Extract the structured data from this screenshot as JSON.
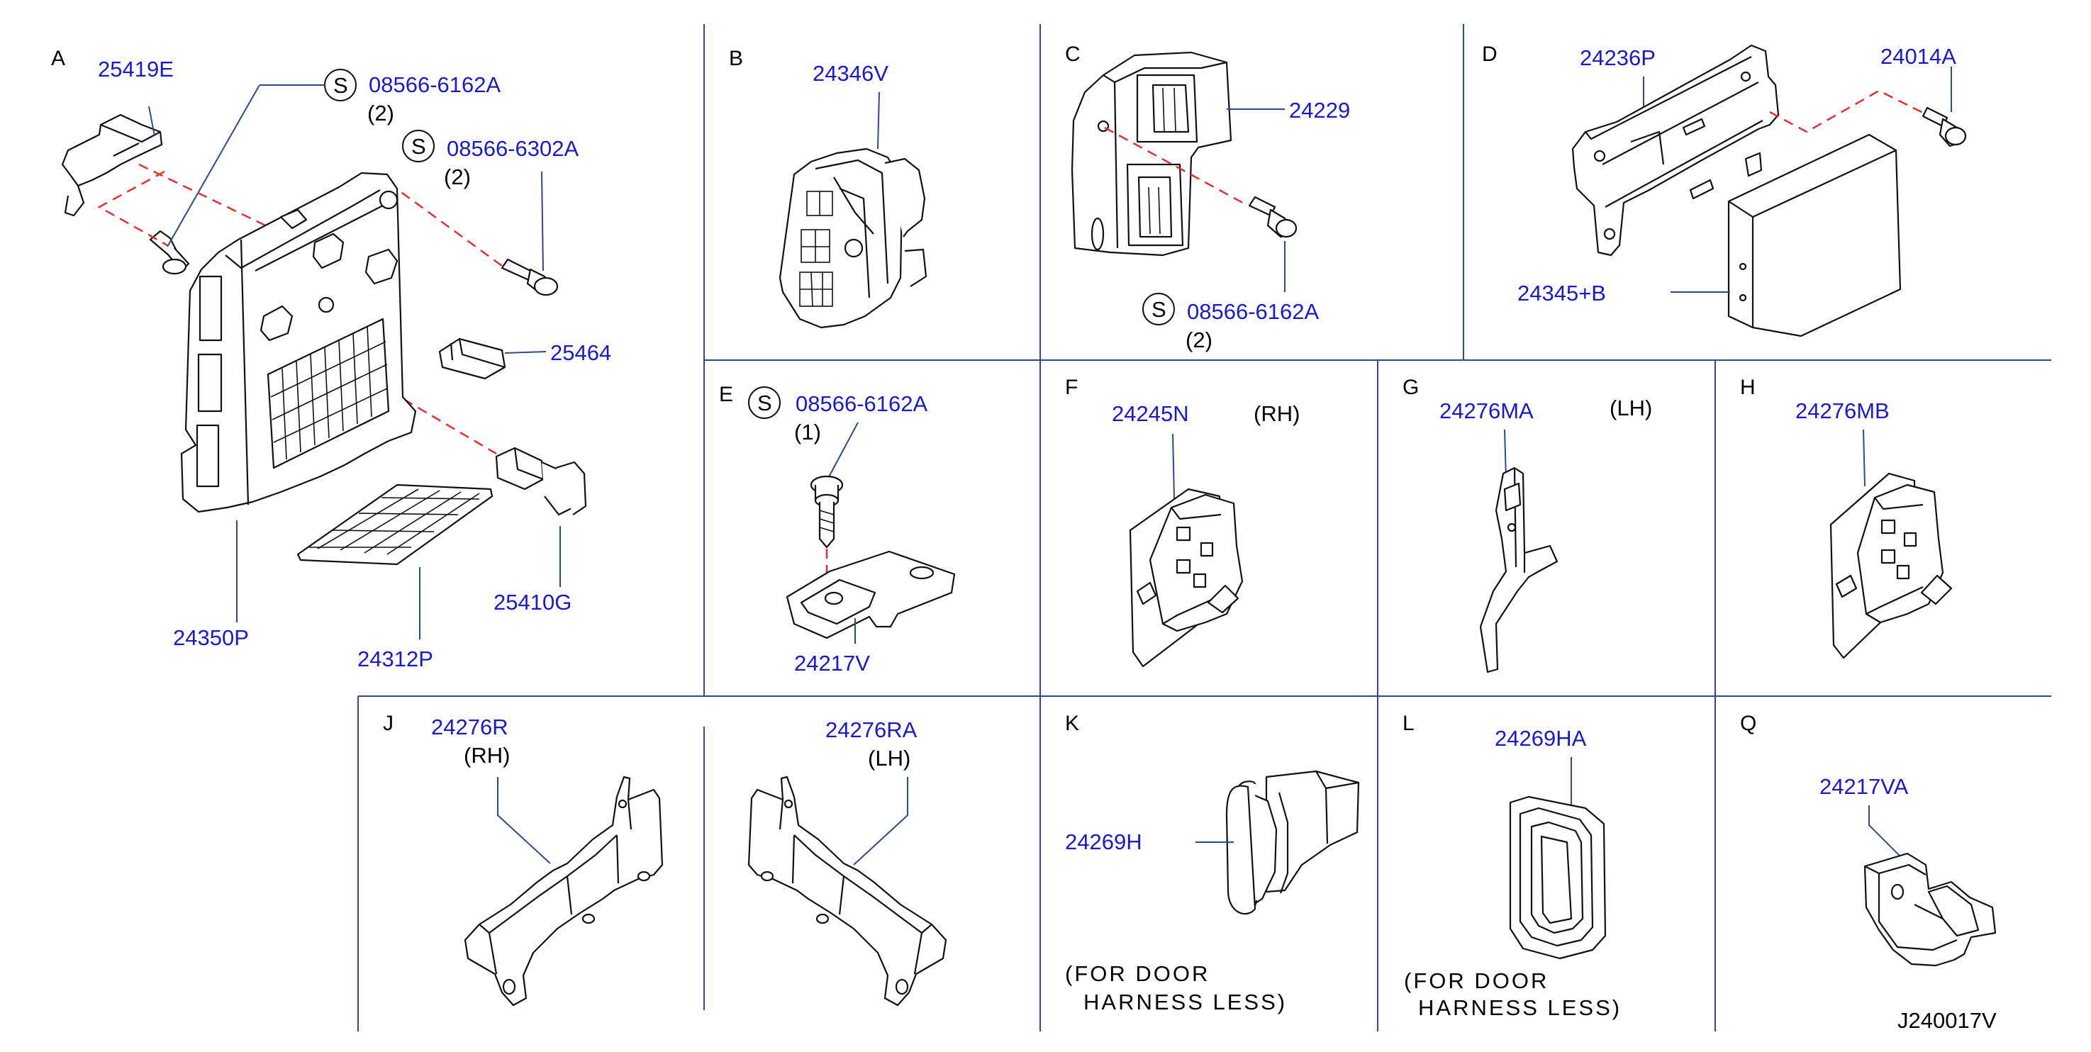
{
  "sections": {
    "A": {
      "letter": "A",
      "parts": {
        "p25419E": "25419E",
        "s1": "08566-6162A",
        "s1q": "(2)",
        "s2": "08566-6302A",
        "s2q": "(2)",
        "p25464": "25464",
        "p25410G": "25410G",
        "p24350P": "24350P",
        "p24312P": "24312P"
      }
    },
    "B": {
      "letter": "B",
      "parts": {
        "p24346V": "24346V"
      }
    },
    "C": {
      "letter": "C",
      "parts": {
        "p24229": "24229",
        "s": "08566-6162A",
        "sq": "(2)"
      }
    },
    "D": {
      "letter": "D",
      "parts": {
        "p24236P": "24236P",
        "p24014A": "24014A",
        "p24345B": "24345+B"
      }
    },
    "E": {
      "letter": "E",
      "parts": {
        "s": "08566-6162A",
        "sq": "(1)",
        "p24217V": "24217V"
      }
    },
    "F": {
      "letter": "F",
      "parts": {
        "p24245N": "24245N",
        "side": "(RH)"
      }
    },
    "G": {
      "letter": "G",
      "parts": {
        "p24276MA": "24276MA",
        "side": "(LH)"
      }
    },
    "H": {
      "letter": "H",
      "parts": {
        "p24276MB": "24276MB"
      }
    },
    "J": {
      "letter": "J",
      "parts": {
        "p24276R": "24276R",
        "sideR": "(RH)",
        "p24276RA": "24276RA",
        "sideL": "(LH)"
      }
    },
    "K": {
      "letter": "K",
      "parts": {
        "p24269H": "24269H",
        "note1": "(FOR  DOOR",
        "note2": "HARNESS  LESS)"
      }
    },
    "L": {
      "letter": "L",
      "parts": {
        "p24269HA": "24269HA",
        "note1": "(FOR  DOOR",
        "note2": "HARNESS  LESS)"
      }
    },
    "Q": {
      "letter": "Q",
      "parts": {
        "p24217VA": "24217VA"
      }
    }
  },
  "screw_symbol": "S",
  "diagram_id": "J240017V",
  "colors": {
    "part_number": "#1a1acc",
    "grid_line": "#2f4a8a",
    "alignment_dash": "#e03030",
    "drawing": "#111111"
  }
}
